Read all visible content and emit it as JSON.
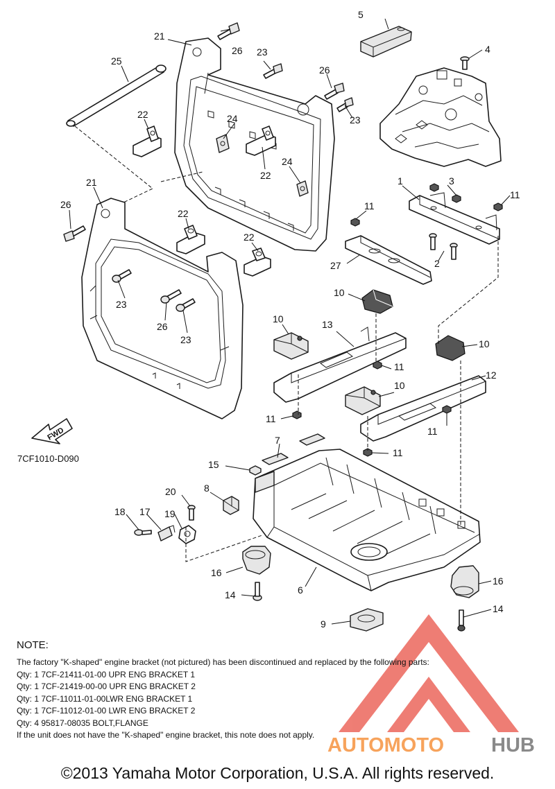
{
  "diagram_code": "7CF1010-D090",
  "fwd_label": "FWD",
  "callouts": {
    "c21a": "21",
    "c26a": "26",
    "c23a": "23",
    "c25": "25",
    "c26b": "26",
    "c23b": "23",
    "c5": "5",
    "c4": "4",
    "c22a": "22",
    "c24a": "24",
    "c22b": "22",
    "c24b": "24",
    "c21b": "21",
    "c26c": "26",
    "c22c": "22",
    "c22d": "22",
    "c1": "1",
    "c3": "3",
    "c11a": "11",
    "c11b": "11",
    "c27": "27",
    "c2": "2",
    "c23c": "23",
    "c26d": "26",
    "c23d": "23",
    "c10a": "10",
    "c10b": "10",
    "c13": "13",
    "c10c": "10",
    "c11c": "11",
    "c10d": "10",
    "c12": "12",
    "c11d": "11",
    "c11e": "11",
    "c11f": "11",
    "c7": "7",
    "c15": "15",
    "c8": "8",
    "c20": "20",
    "c18": "18",
    "c17": "17",
    "c19": "19",
    "c16a": "16",
    "c6": "6",
    "c14a": "14",
    "c16b": "16",
    "c14b": "14",
    "c9": "9"
  },
  "note": {
    "title": "NOTE:",
    "lines": [
      "The factory \"K-shaped\" engine bracket (not pictured) has been discontinued and replaced by the following parts:",
      "Qty: 1  7CF-21411-01-00  UPR ENG BRACKET 1",
      "Qty: 1  7CF-21419-00-00  UPR ENG BRACKET 2",
      "Qty: 1  7CF-11011-01-00LWR ENG BRACKET 1",
      "Qty: 1  7CF-11012-01-00  LWR ENG BRACKET 2",
      "Qty: 4  95817-08035     BOLT,FLANGE",
      "If the unit does not have the \"K-shaped\" engine bracket, this note does not apply."
    ]
  },
  "logo": {
    "word_orange": "AUTOMOTO",
    "word_gray": "HUB"
  },
  "copyright": "©2013 Yamaha Motor Corporation, U.S.A. All rights reserved.",
  "colors": {
    "logo_red": "#e8473a",
    "logo_orange": "#f7a35c",
    "logo_gray": "#8a8a8a",
    "line": "#1a1a1a"
  }
}
